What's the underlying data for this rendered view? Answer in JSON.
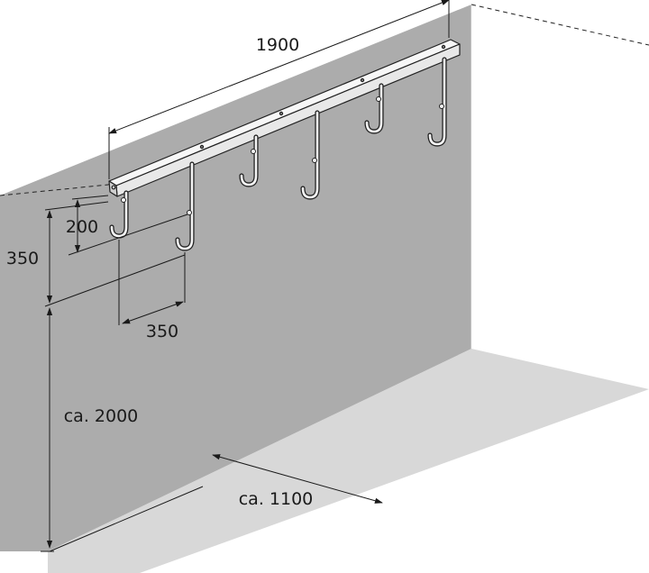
{
  "colors": {
    "wall": "#acacac",
    "floor": "#d8d8d8",
    "rail": "#f2f2f2",
    "outline": "#222222",
    "dimension": "#1a1a1a"
  },
  "dimensions": {
    "rail_length": "1900",
    "hook_offset": "200",
    "hook_height": "350",
    "hook_spacing": "350",
    "mount_height": "ca. 2000",
    "floor_depth": "ca. 1100"
  }
}
